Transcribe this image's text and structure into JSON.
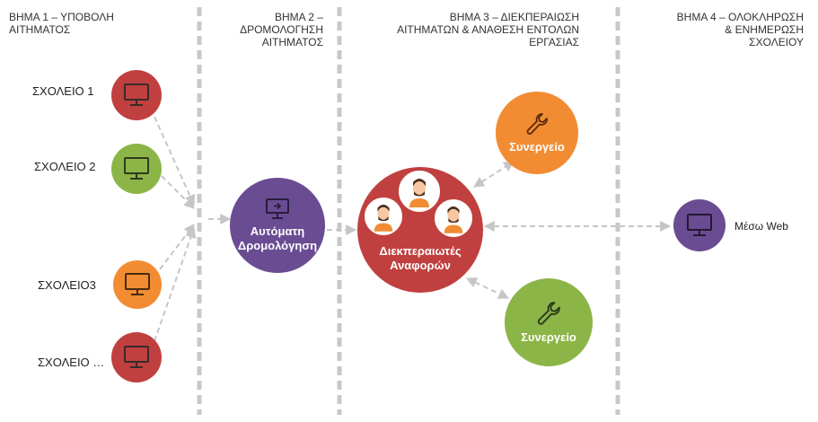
{
  "colors": {
    "red": "#c0403f",
    "green": "#8cb547",
    "orange": "#f28c33",
    "purple": "#6a4c93",
    "divider": "#c8c8c8",
    "arrow": "#c6c6c6"
  },
  "steps": [
    {
      "title": "ΒΗΜΑ 1 – ΥΠΟΒΟΛΗ\nΑΙΤΗΜΑΤΟΣ"
    },
    {
      "title": "ΒΗΜΑ 2 –\nΔΡΟΜΟΛΟΓΗΣΗ\nΑΙΤΗΜΑΤΟΣ"
    },
    {
      "title": "ΒΗΜΑ 3 – ΔΙΕΚΠΕΡΑΙΩΣΗ\nΑΙΤΗΜΑΤΩΝ & ΑΝΑΘΕΣΗ ΕΝΤΟΛΩΝ\nΕΡΓΑΣΙΑΣ"
    },
    {
      "title": "ΒΗΜΑ 4 – ΟΛΟΚΛΗΡΩΣΗ\n& ΕΝΗΜΕΡΩΣΗ\nΣΧΟΛΕΙΟΥ"
    }
  ],
  "schools": [
    {
      "label": "ΣΧΟΛΕΙΟ 1",
      "color": "red",
      "icon": "monitor-icon"
    },
    {
      "label": "ΣΧΟΛΕΙΟ 2",
      "color": "green",
      "icon": "monitor-icon"
    },
    {
      "label": "ΣΧΟΛΕΙΟ3",
      "color": "orange",
      "icon": "monitor-icon"
    },
    {
      "label": "ΣΧΟΛΕΙΟ …",
      "color": "red",
      "icon": "monitor-icon"
    }
  ],
  "routing": {
    "label": "Αυτόματη\nΔρομολόγηση",
    "color": "purple",
    "icon": "monitor-arrow-icon"
  },
  "handlers": {
    "label": "Διεκπεραιωτές\nΑναφορών",
    "color": "red",
    "icon": "person-icon"
  },
  "workshops": [
    {
      "label": "Συνεργείο",
      "color": "orange",
      "icon": "wrench-icon"
    },
    {
      "label": "Συνεργείο",
      "color": "green",
      "icon": "wrench-icon"
    }
  ],
  "web": {
    "label": "Μέσω Web",
    "color": "purple",
    "icon": "monitor-icon"
  }
}
